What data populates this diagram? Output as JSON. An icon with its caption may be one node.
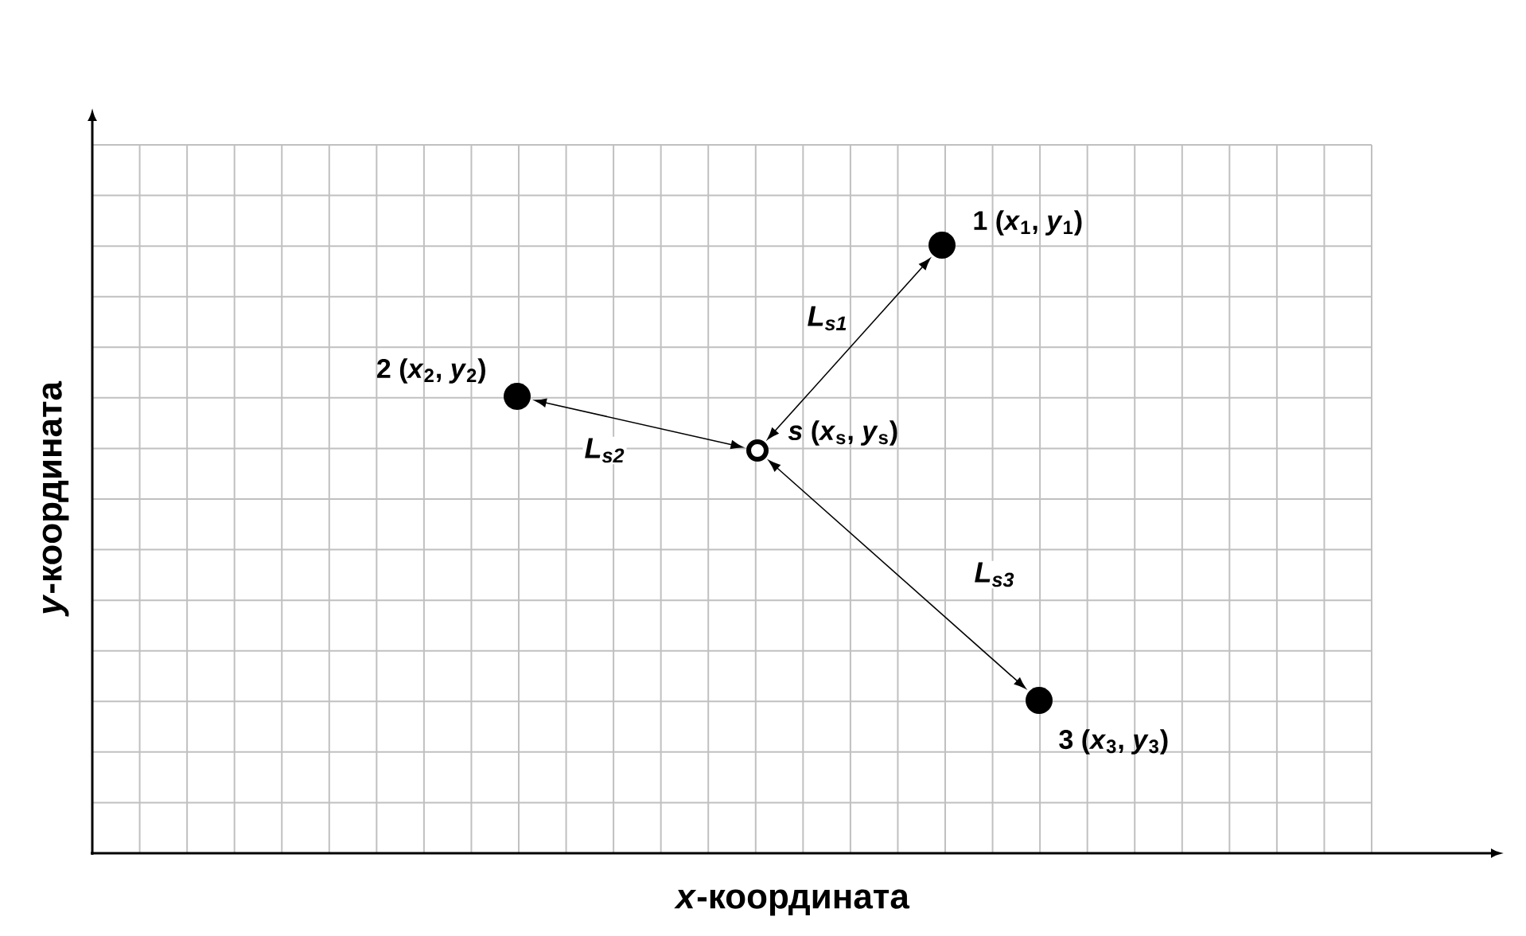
{
  "diagram": {
    "nodes": [
      {
        "text": [],
        "shape": "circle",
        "beside": [
          "1 (*x*$_{1}$, *y*$_{1}$)"
        ]
      },
      {
        "text": [],
        "shape": "circle",
        "beside": [
          "2 (*x*$_{2}$, *y*$_{2}$)"
        ]
      },
      {
        "text": [],
        "shape": "circle",
        "beside": [
          "*s* (*x*$_{s}$, *y*$_{s}$)"
        ]
      },
      {
        "text": [],
        "shape": "circle",
        "beside": [
          "3 (*x*$_{3}$, *y*$_{3}$)"
        ]
      }
    ],
    "edges": [
      {
        "from": 2,
        "to": 0,
        "arrow": "both",
        "label": "L$_{s1}$"
      },
      {
        "from": 2,
        "to": 1,
        "arrow": "both",
        "label": "L$_{s2}$"
      },
      {
        "from": 2,
        "to": 3,
        "arrow": "both",
        "label": "L$_{s3}$"
      }
    ],
    "labels": [
      "*y*-координата",
      "*x*-координата"
    ]
  }
}
